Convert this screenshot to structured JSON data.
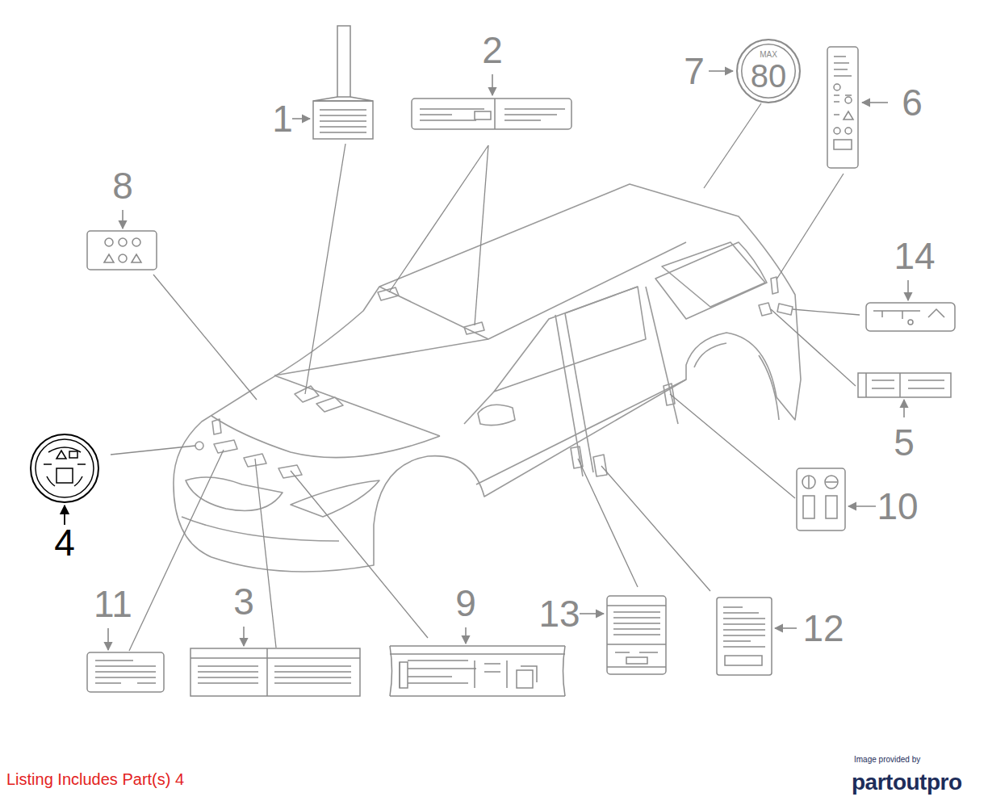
{
  "diagram": {
    "nodes": [
      {
        "text": [
          "MAX",
          "80"
        ]
      }
    ],
    "labels": [
      "1",
      "2",
      "3",
      "4",
      "5",
      "6",
      "7",
      "8",
      "9",
      "10",
      "11",
      "12",
      "13",
      "14",
      "Listing Includes Part(s) 4",
      "Image provided by",
      "partoutpro"
    ]
  }
}
